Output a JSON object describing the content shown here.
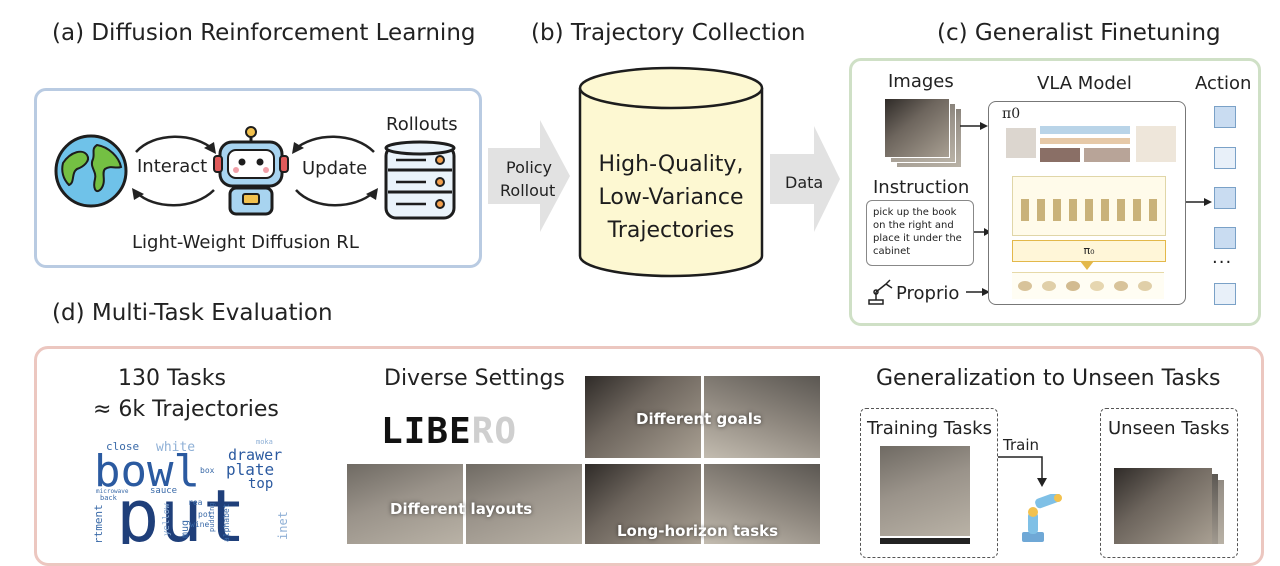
{
  "titles": {
    "a": "(a) Diffusion Reinforcement Learning",
    "b": "(b) Trajectory Collection",
    "c": "(c) Generalist Finetuning",
    "d": "(d) Multi-Task Evaluation"
  },
  "panel_a": {
    "interact": "Interact",
    "update": "Update",
    "rollouts": "Rollouts",
    "caption": "Light-Weight Diffusion RL"
  },
  "arrow_policy": {
    "line1": "Policy",
    "line2": "Rollout"
  },
  "cylinder": {
    "line1": "High-Quality,",
    "line2": "Low-Variance",
    "line3": "Trajectories"
  },
  "arrow_data": "Data",
  "panel_c": {
    "images": "Images",
    "vla_model": "VLA Model",
    "action": "Action",
    "pi0": "π0",
    "instruction": "Instruction",
    "instruction_text": "pick up the book on the right and place it under the cabinet",
    "proprio": "Proprio",
    "ellipsis": "···",
    "inner_pi0": "π₀"
  },
  "panel_d": {
    "tasks": "130 Tasks",
    "trajectories": "≈  6k Trajectories",
    "wordcloud": [
      "close",
      "white",
      "bowl",
      "drawer",
      "plate",
      "top",
      "box",
      "sauce",
      "put",
      "pot",
      "wine",
      "pudding",
      "alphabet",
      "microwave",
      "mug",
      "back",
      "rtment",
      "yellow",
      "moka",
      "cabinet",
      "rea",
      "inet"
    ],
    "diverse_settings": "Diverse Settings",
    "libero_logo": "LIBERO",
    "different_goals": "Different goals",
    "different_layouts": "Different layouts",
    "long_horizon": "Long-horizon tasks",
    "generalization": "Generalization to Unseen Tasks",
    "training_tasks": "Training Tasks",
    "unseen_tasks": "Unseen Tasks",
    "train": "Train"
  },
  "colors": {
    "panel_a_border": "#b9cbe2",
    "panel_c_border": "#cfe0c6",
    "panel_d_border": "#ecc7c0",
    "cylinder_fill": "#fdf8d2",
    "arrow_fill": "#e2e2e2",
    "action_fill": "#c9dcf1"
  }
}
